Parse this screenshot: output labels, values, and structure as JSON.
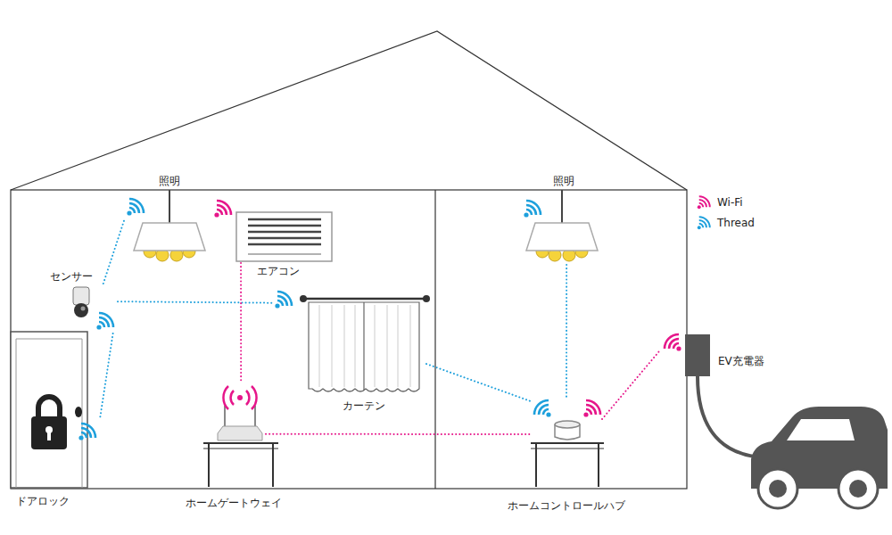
{
  "diagram": {
    "nodes": [
      {
        "text": [
          "照明"
        ]
      },
      {
        "text": [
          "エアコン"
        ]
      },
      {
        "text": [
          "照明"
        ]
      },
      {
        "text": [
          "センサー"
        ]
      },
      {
        "text": [
          "カーテン"
        ]
      },
      {
        "text": [
          "EV充電器"
        ]
      },
      {
        "text": [
          "ドアロック"
        ]
      },
      {
        "text": [
          "ホームゲートウェイ"
        ]
      },
      {
        "text": [
          "ホームコントロールハブ"
        ]
      }
    ],
    "edges": [
      {
        "from": 3,
        "to": 0,
        "arrow": "none"
      },
      {
        "from": 3,
        "to": 4,
        "arrow": "none"
      },
      {
        "from": 3,
        "to": 6,
        "arrow": "none"
      },
      {
        "from": 4,
        "to": 8,
        "arrow": "none"
      },
      {
        "from": 2,
        "to": 8,
        "arrow": "none"
      },
      {
        "from": 1,
        "to": 7,
        "arrow": "none"
      },
      {
        "from": 7,
        "to": 8,
        "arrow": "none"
      },
      {
        "from": 8,
        "to": 5,
        "arrow": "none"
      }
    ],
    "legend": [
      {
        "text": "Wi-Fi",
        "color": "#e6168a"
      },
      {
        "text": "Thread",
        "color": "#1ea0dc"
      }
    ]
  }
}
